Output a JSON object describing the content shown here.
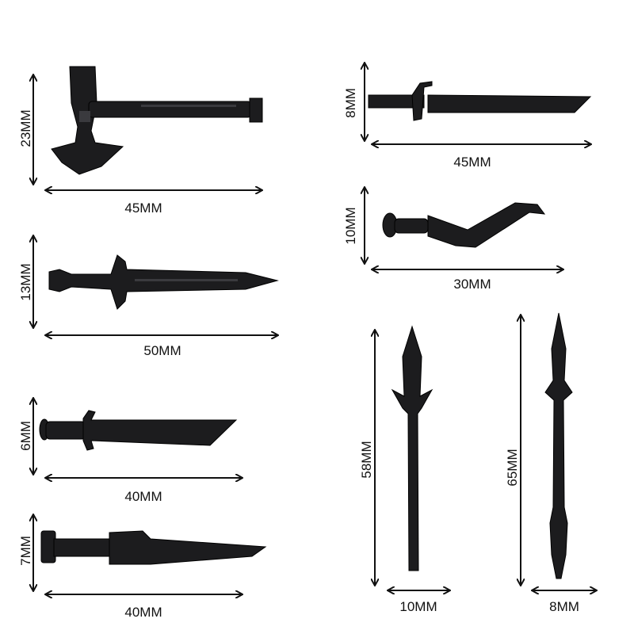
{
  "items": [
    {
      "name": "axe",
      "height_label": "23MM",
      "length_label": "45MM"
    },
    {
      "name": "knife",
      "height_label": "8MM",
      "length_label": "45MM"
    },
    {
      "name": "sickle-blade",
      "height_label": "10MM",
      "length_label": "30MM"
    },
    {
      "name": "ornate-sword",
      "height_label": "13MM",
      "length_label": "50MM"
    },
    {
      "name": "dagger",
      "height_label": "6MM",
      "length_label": "40MM"
    },
    {
      "name": "cleaver-sword",
      "height_label": "7MM",
      "length_label": "40MM"
    },
    {
      "name": "barbed-spear",
      "height_label": "58MM",
      "width_label": "10MM"
    },
    {
      "name": "pike",
      "height_label": "65MM",
      "width_label": "8MM"
    }
  ],
  "colors": {
    "weapon": "#1c1c1e",
    "background": "#ffffff",
    "arrow": "#111111"
  }
}
